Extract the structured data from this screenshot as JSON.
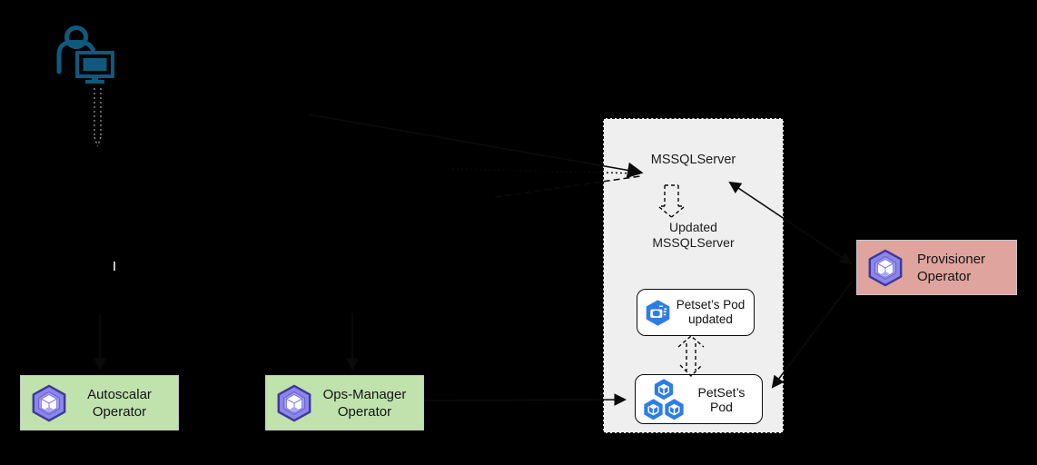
{
  "canvas": {
    "background": "#000000"
  },
  "palette": {
    "actor_teal": "#0d5a7d",
    "pod_blue": "#2e7de4",
    "op_purple": "#8d86ea",
    "op_purple_dark": "#3e3a9b",
    "green_fill": "#c0e2ad",
    "pink_fill": "#dfa49e",
    "panel_fill": "#efefef"
  },
  "panel": {
    "mssql_label": "MSSQLServer",
    "updated_line1": "Updated",
    "updated_line2": "MSSQLServer",
    "pod_updated_line1": "Petset’s Pod",
    "pod_updated_line2": "updated",
    "petset_pod_line1": "PetSet’s",
    "petset_pod_line2": "Pod"
  },
  "operators": {
    "autoscalar": {
      "line1": "Autoscalar",
      "line2": "Operator"
    },
    "ops_manager": {
      "line1": "Ops-Manager",
      "line2": "Operator"
    },
    "provisioner": {
      "line1": "Provisioner",
      "line2": "Operator"
    }
  }
}
